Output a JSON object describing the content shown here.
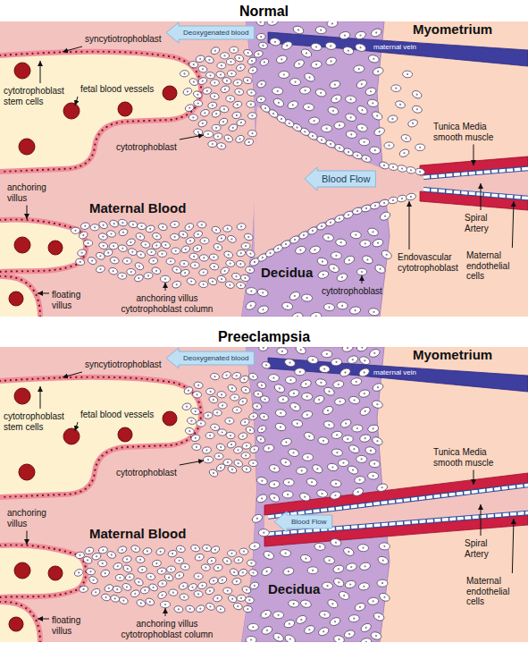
{
  "diagram": {
    "nodes": [
      {
        "text": [
          "Normal"
        ]
      },
      {
        "text": [
          "Preeclampsia"
        ]
      }
    ],
    "labels": [
      "syncytiotrophoblast",
      "Deoxygenated blood",
      "Myometrium",
      "maternal vein",
      "cytotrophoblast stem cells",
      "fetal blood vessels",
      "cytotrophoblast",
      "anchoring villus",
      "Maternal Blood",
      "Blood Flow",
      "Tunica Media smooth muscle",
      "Spiral Artery",
      "floating villus",
      "anchoring villus cytotrophoblast column",
      "Decidua",
      "cytotrophoblast",
      "Endovascular cytotrophoblast",
      "Maternal endothelial cells",
      "syncytiotrophoblast",
      "Deoxygenated blood",
      "Myometrium",
      "maternal vein",
      "cytotrophoblast stem cells",
      "fetal blood vessels",
      "cytotrophoblast",
      "anchoring villus",
      "Maternal Blood",
      "Blood Flow",
      "Tunica Media smooth muscle",
      "Spiral Artery",
      "floating villus",
      "anchoring villus cytotrophoblast column",
      "Decidua",
      "Maternal endothelial cells"
    ]
  }
}
